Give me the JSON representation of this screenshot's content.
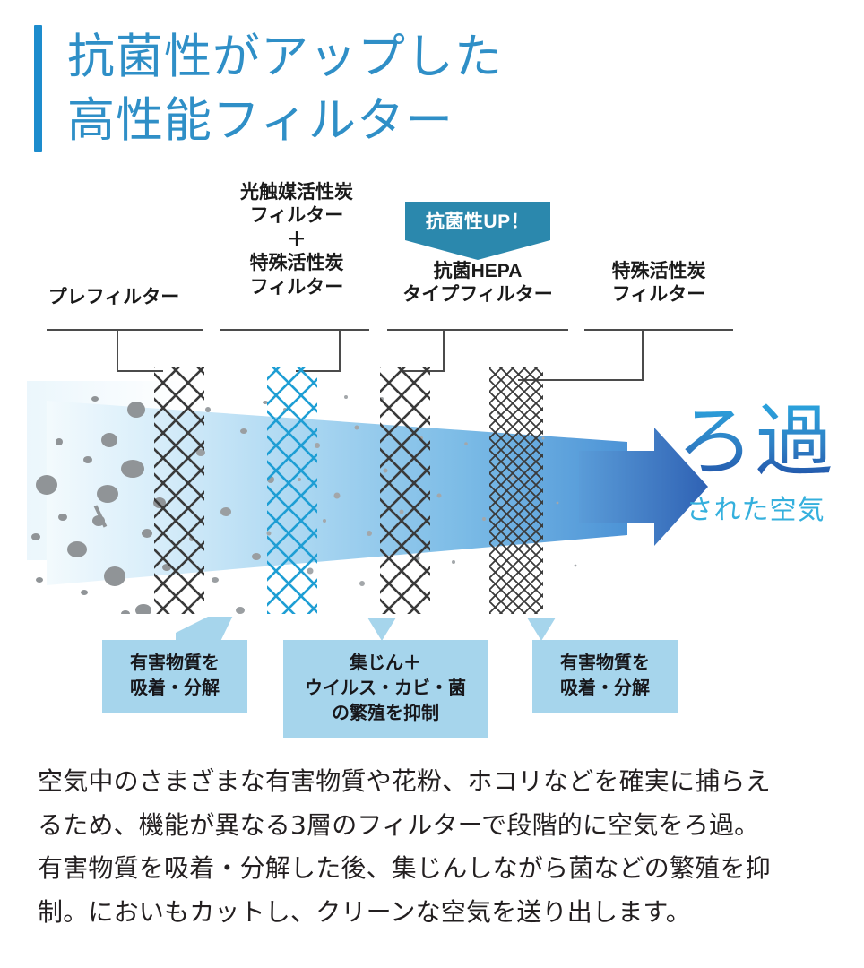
{
  "title": {
    "line1": "抗菌性がアップした",
    "line2": "高性能フィルター",
    "accent_color": "#1d8ccd",
    "text_color": "#2f8fc7"
  },
  "badge": {
    "label": "抗菌性UP！",
    "color": "#2b88ad"
  },
  "filters": [
    {
      "name": "pre-filter",
      "label": "プレフィルター",
      "mesh": "coarse",
      "mesh_color": "#3a3a3a"
    },
    {
      "name": "photocatalyst",
      "label": "光触媒活性炭\nフィルター\n＋\n特殊活性炭\nフィルター",
      "mesh": "coarse",
      "mesh_color": "#1e9ed4"
    },
    {
      "name": "antibacterial-hepa",
      "label": "抗菌HEPA\nタイプフィルター",
      "mesh": "coarse",
      "mesh_color": "#3a3a3a"
    },
    {
      "name": "special-carbon",
      "label": "特殊活性炭\nフィルター",
      "mesh": "fine",
      "mesh_color": "#3a3a3a"
    }
  ],
  "callouts": [
    {
      "name": "callout-left",
      "text": "有害物質を\n吸着・分解"
    },
    {
      "name": "callout-middle",
      "text": "集じん＋\nウイルス・カビ・菌\nの繁殖を抑制"
    },
    {
      "name": "callout-right",
      "text": "有害物質を\n吸着・分解"
    }
  ],
  "outflow": {
    "big": "ろ過",
    "sub": "された空気",
    "arrow_color": "#3f82cf"
  },
  "paragraph": {
    "line1": "空気中のさまざまな有害物質や花粉、ホコリなどを確実に捕らえ",
    "line2": "るため、機能が異なる3層のフィルターで段階的に空気をろ過。",
    "line3": "有害物質を吸着・分解した後、集じんしながら菌などの繁殖を抑",
    "line4": "制。においもカットし、クリーンな空気を送り出します。"
  },
  "colors": {
    "callout_bg": "#a6d5ec",
    "particle": "#909497",
    "stream_start": "#f3fafd",
    "stream_end": "#5fa8de"
  }
}
